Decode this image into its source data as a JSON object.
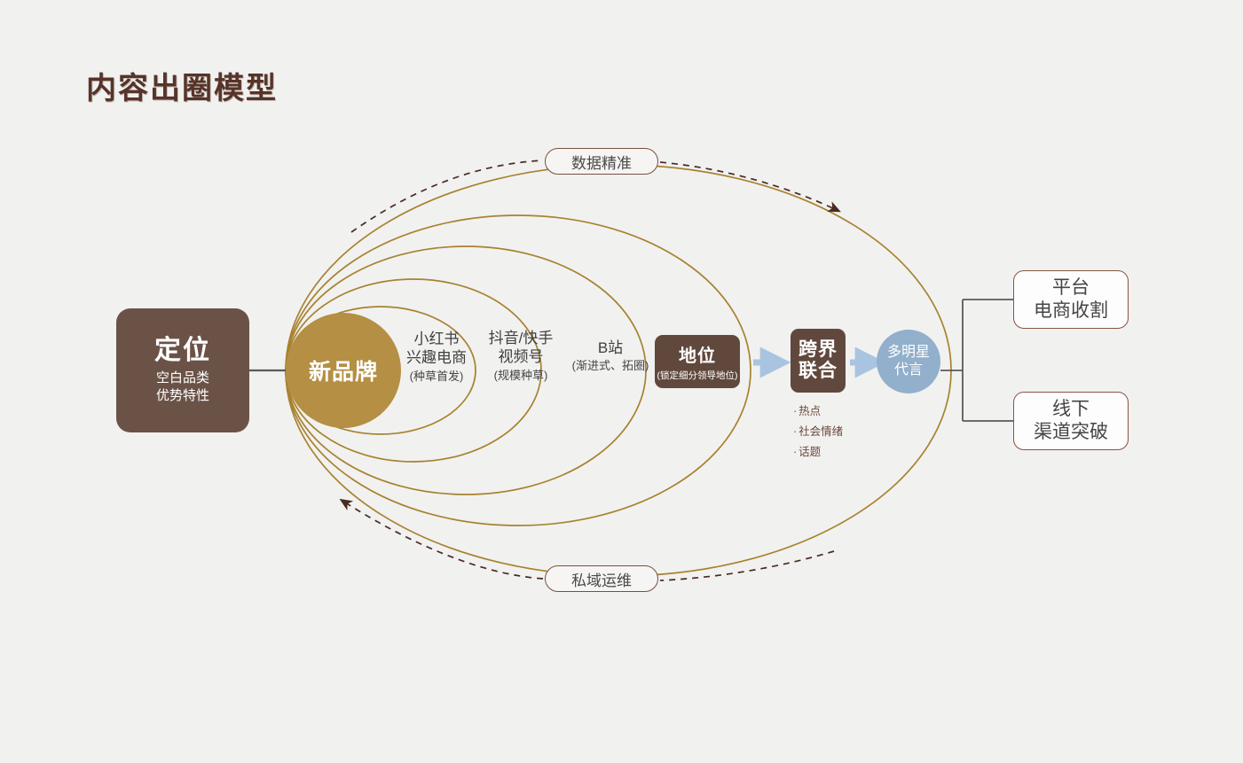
{
  "title": "内容出圈模型",
  "theme": {
    "background": "#f1f1f0",
    "brown_dark": "#61483d",
    "brown_title": "#56342a",
    "gold": "#b48f44",
    "ring_stroke": "#a8822f",
    "blue": "#92afcb",
    "arrow_blue": "#a9c4e0",
    "outcome_border": "#85553f",
    "connector_gray": "#5a5a5a"
  },
  "start_node": {
    "title": "定位",
    "line1": "空白品类",
    "line2": "优势特性"
  },
  "center_node": {
    "title": "新品牌"
  },
  "rings": [
    {
      "id": "xiaohongshu",
      "line1": "小红书",
      "line2": "兴趣电商",
      "note": "(种草首发)"
    },
    {
      "id": "douyin-kuaishou",
      "line1": "抖音/快手",
      "line2": "视频号",
      "note": "(规模种草)"
    },
    {
      "id": "bilibili",
      "line1": "B站",
      "line2": "",
      "note": "(渐进式、拓圈)"
    }
  ],
  "status_node": {
    "title": "地位",
    "note": "(锁定细分领导地位)"
  },
  "crossover_node": {
    "line1": "跨界",
    "line2": "联合"
  },
  "crossover_bullets": [
    "热点",
    "社会情绪",
    "话题"
  ],
  "celebrity_node": {
    "line1": "多明星",
    "line2": "代言"
  },
  "outcomes": [
    {
      "id": "platform",
      "line1": "平台",
      "line2": "电商收割"
    },
    {
      "id": "offline",
      "line1": "线下",
      "line2": "渠道突破"
    }
  ],
  "loops": {
    "top": "数据精准",
    "bottom": "私域运维"
  },
  "icons": {
    "arrow_right": "arrow-right-icon",
    "dashed_feedback_top": "dashed-arrow-icon",
    "dashed_feedback_bottom": "dashed-arrow-icon"
  }
}
